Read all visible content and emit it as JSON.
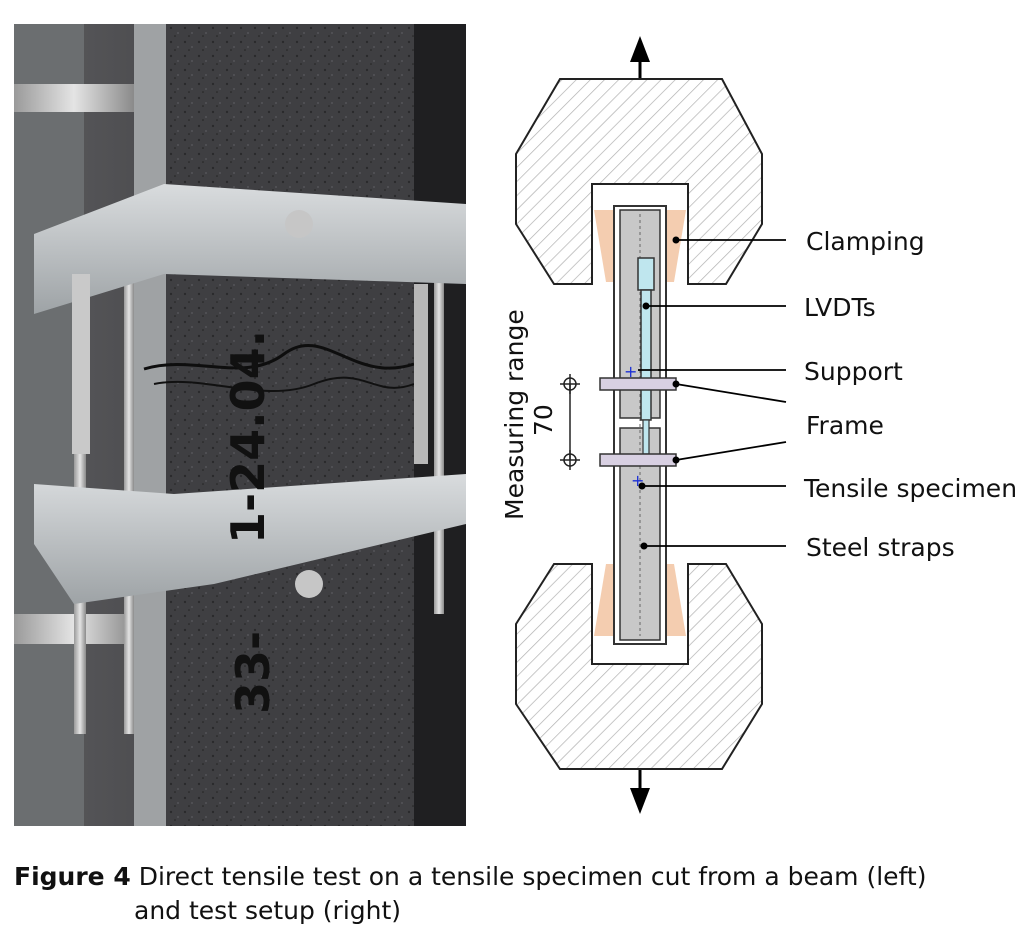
{
  "photo": {
    "specimen_marking": "1-24.04.",
    "specimen_marking_lower": "33-"
  },
  "diagram": {
    "labels": {
      "clamping": "Clamping",
      "lvdts": "LVDTs",
      "support": "Support",
      "frame": "Frame",
      "tensile_specimen": "Tensile specimen",
      "steel_straps": "Steel straps"
    },
    "measuring_range_label": "Measuring range",
    "measuring_range_value": "70",
    "colors": {
      "clamp_pad": "#f4cdb0",
      "lvdt": "#bfe6ee",
      "specimen": "#c8c8c8",
      "frame": "#d8d0e2",
      "hatch": "#b0b0b0"
    }
  },
  "caption": {
    "figure_label": "Figure 4",
    "line1": "Direct tensile test on a tensile specimen cut from a beam (left)",
    "line2": "and test setup (right)"
  }
}
